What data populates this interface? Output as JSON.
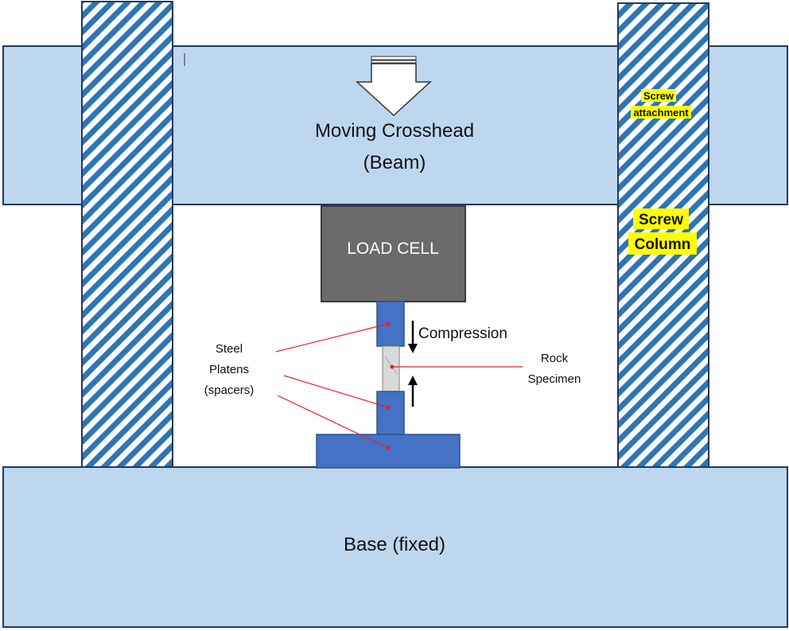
{
  "crosshead": {
    "line1": "Moving Crosshead",
    "line2": "(Beam)"
  },
  "base": {
    "label": "Base (fixed)"
  },
  "load_cell": {
    "label": "LOAD CELL"
  },
  "compression": {
    "label": "Compression"
  },
  "rock": {
    "line1": "Rock",
    "line2": "Specimen"
  },
  "platens": {
    "line1": "Steel",
    "line2": "Platens",
    "line3": "(spacers)"
  },
  "screw_attachment": {
    "line1": "Screw",
    "line2": "attachment"
  },
  "screw_column": {
    "line1": "Screw",
    "line2": "Column"
  },
  "colors": {
    "frame_fill": "#bdd7ee",
    "frame_stroke": "#1f3a5f",
    "platen_blue": "#4472c4",
    "load_cell_gray": "#6b6b6b",
    "leader_red": "#e0242b",
    "highlight_yellow": "#ffff00",
    "hatch_blue": "#2e75b6"
  }
}
